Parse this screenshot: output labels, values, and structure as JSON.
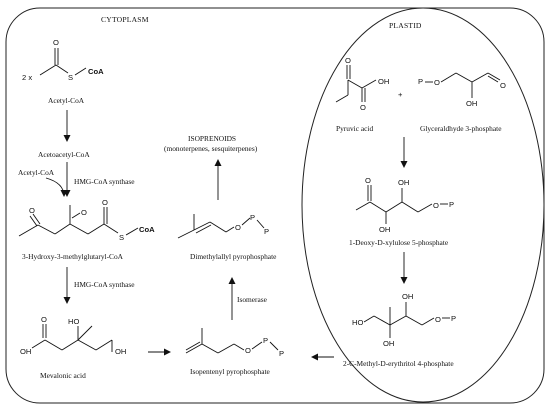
{
  "compartments": {
    "cytoplasm": "CYTOPLASM",
    "plastid": "PLASTID"
  },
  "compounds": {
    "acetyl_coa": "Acetyl-CoA",
    "acetoacetyl_coa": "Acetoacetyl-CoA",
    "hmg_coa": "3-Hydroxy-3-methylglutaryl-CoA",
    "mevalonic_acid": "Mevalonic acid",
    "ipp": "Isopentenyl pyrophosphate",
    "dmapp": "Dimethylallyl pyrophosphate",
    "isoprenoids": "ISOPRENOIDS",
    "isoprenoids_sub": "(monoterpenes, sesquiterpenes)",
    "pyruvic_acid": "Pyruvic acid",
    "g3p": "Glyceraldhyde 3-phosphate",
    "dxp": "1-Deoxy-D-xylulose 5-phosphate",
    "mep": "2-C-Methyl-D-erythritol 4-phosphate"
  },
  "enzymes": {
    "hmg_synthase_1": "HMG-CoA synthase",
    "hmg_synthase_2": "HMG-CoA synthase",
    "isomerase": "Isomerase",
    "acetyl_coa_input": "Acetyl-CoA"
  },
  "atoms": {
    "two_x": "2 x",
    "coa": "CoA",
    "s": "S",
    "o": "O",
    "oh": "OH",
    "ho": "HO",
    "p": "P",
    "plus": "+"
  }
}
